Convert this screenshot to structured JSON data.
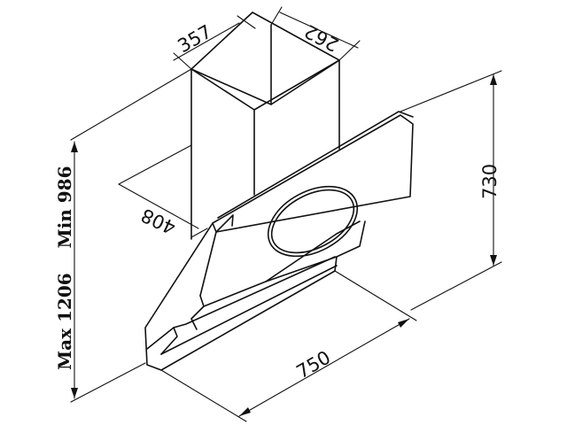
{
  "dimensions": {
    "chimney_width": "357",
    "chimney_depth": "262",
    "mid_depth": "408",
    "height": "730",
    "width": "750",
    "height_range": "Max 1206    Min 986"
  },
  "colors": {
    "line": "#111111",
    "background": "#ffffff"
  }
}
